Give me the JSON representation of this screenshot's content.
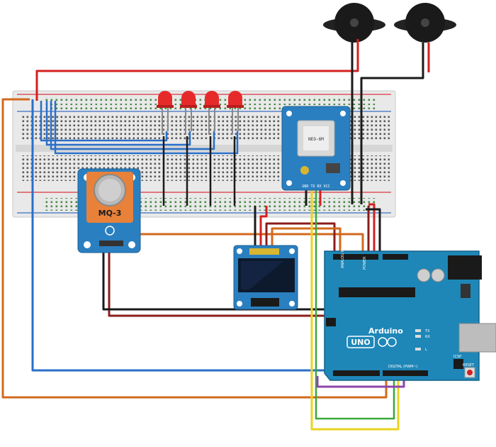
{
  "modules": {
    "gas_sensor_label": "MQ-3",
    "arduino_brand": "Arduino",
    "arduino_model": "UNO",
    "arduino_reset": "RESET",
    "arduino_icsp": "ICSP",
    "arduino_power": "POWER",
    "arduino_analog": "ANALOG IN",
    "arduino_digital": "DIGITAL (PWM~)",
    "arduino_tx": "TX",
    "arduino_rx": "RX",
    "arduino_l": "L",
    "gps_text": "NEO-6M",
    "gps_pins": "GND TX RX VCC"
  },
  "colors": {
    "breadboard": "#e9e9e9",
    "rail_red": "#d9363e",
    "rail_blue": "#3a6fc4",
    "arduino_board": "#1e87b8",
    "module_blue": "#2a7fc0",
    "mq3_orange": "#e8813a",
    "wire_red": "#d42020",
    "wire_blue": "#2a6fc9",
    "wire_black": "#1a1a1a",
    "wire_orange": "#d2691e",
    "wire_darkred": "#8b1c1c",
    "wire_yellow": "#e8d41e",
    "wire_purple": "#8e44ad",
    "led_red": "#e62a2a"
  },
  "icons": [
    "buzzer-icon",
    "led-icon",
    "gas-sensor-icon",
    "oled-display-icon",
    "gps-module-icon",
    "arduino-board-icon"
  ]
}
